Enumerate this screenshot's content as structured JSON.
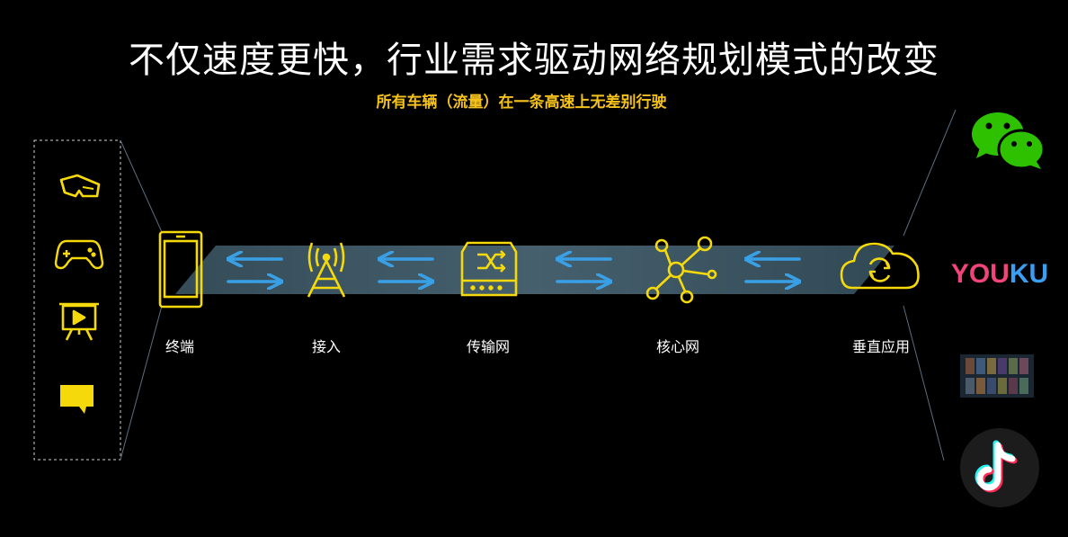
{
  "title": "不仅速度更快，行业需求驱动网络规划模式的改变",
  "subtitle": "所有车辆（流量）在一条高速上无差别行驶",
  "stages": [
    {
      "label": "终端",
      "icon": "smartphone-icon"
    },
    {
      "label": "接入",
      "icon": "antenna-tower-icon"
    },
    {
      "label": "传输网",
      "icon": "switch-router-icon"
    },
    {
      "label": "核心网",
      "icon": "network-hub-icon"
    },
    {
      "label": "垂直应用",
      "icon": "cloud-sync-icon"
    }
  ],
  "terminal_icons": [
    "vr-glasses-icon",
    "gamepad-icon",
    "presentation-icon",
    "message-icon"
  ],
  "apps": [
    {
      "name": "wechat",
      "icon": "wechat-icon"
    },
    {
      "name": "youku",
      "text": "YOUKU",
      "icon": "youku-logo"
    },
    {
      "name": "game",
      "icon": "game-screenshot-thumbnail"
    },
    {
      "name": "tiktok",
      "icon": "tiktok-icon"
    }
  ],
  "colors": {
    "accent": "#f5d90a",
    "subtitle": "#f5c21b",
    "arrow": "#3aa0e6",
    "highway": "#5a7a8c",
    "wechat": "#2dc100",
    "youku_pink": "#f0447a",
    "youku_blue": "#3b9ff1"
  }
}
